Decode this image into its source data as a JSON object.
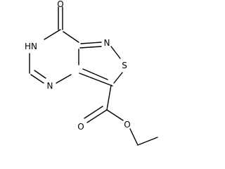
{
  "molecule": {
    "atoms": {
      "carbonyl_oxygen": "O",
      "ring_nh": "HN",
      "pyrimidine_n": "N",
      "isothiazole_n": "N",
      "sulfur": "S",
      "ester_carbonyl_oxygen": "O",
      "ester_ether_oxygen": "O"
    }
  }
}
